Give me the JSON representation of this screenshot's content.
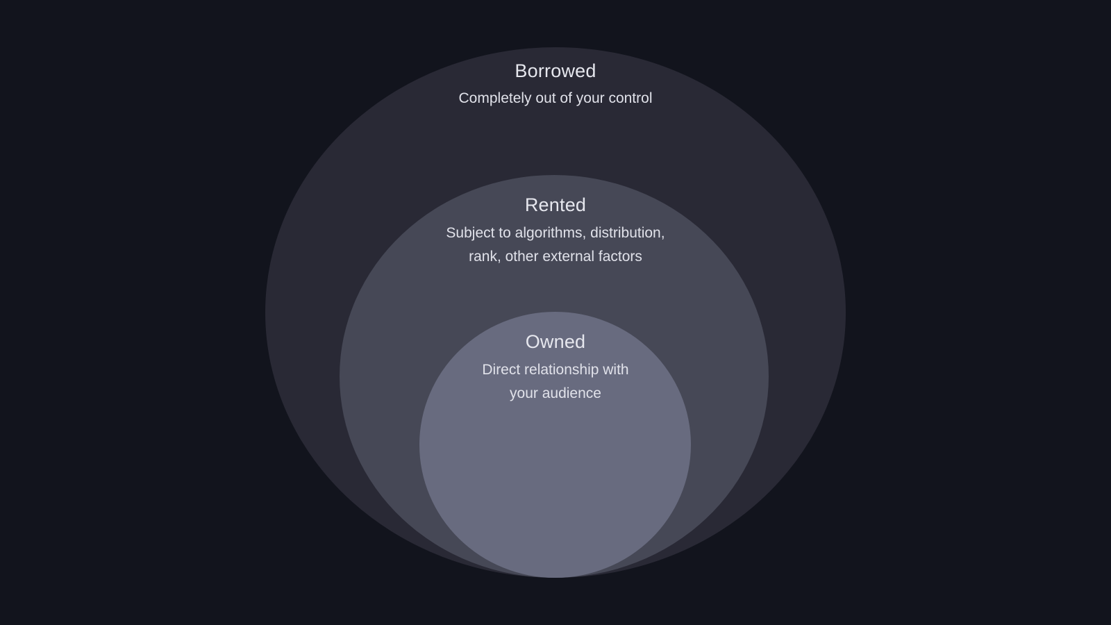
{
  "colors": {
    "background": "#12141d",
    "borrowed_fill": "#292935",
    "rented_fill": "#464856",
    "owned_fill": "#686b7f",
    "title_text": "#e6e7ee",
    "desc_text": "#e1e2ea"
  },
  "layers": [
    {
      "id": "borrowed",
      "title": "Borrowed",
      "description_lines": [
        "Completely out of your control"
      ]
    },
    {
      "id": "rented",
      "title": "Rented",
      "description_lines": [
        "Subject to algorithms, distribution,",
        "rank, other external factors"
      ]
    },
    {
      "id": "owned",
      "title": "Owned",
      "description_lines": [
        "Direct relationship with",
        "your audience"
      ]
    }
  ]
}
